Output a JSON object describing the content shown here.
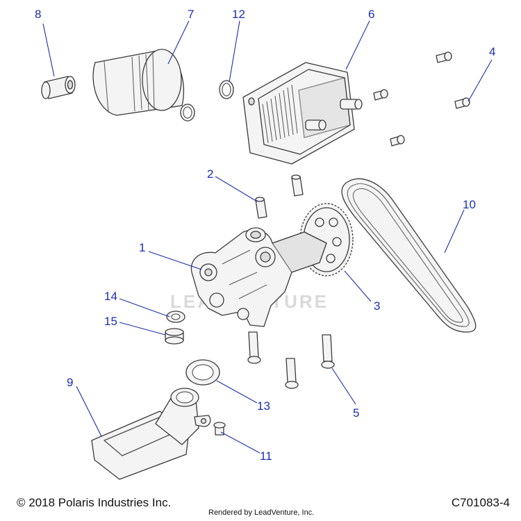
{
  "callouts": [
    {
      "id": "c1",
      "label": "1"
    },
    {
      "id": "c2",
      "label": "2"
    },
    {
      "id": "c3",
      "label": "3"
    },
    {
      "id": "c4",
      "label": "4"
    },
    {
      "id": "c5",
      "label": "5"
    },
    {
      "id": "c6",
      "label": "6"
    },
    {
      "id": "c7",
      "label": "7"
    },
    {
      "id": "c8",
      "label": "8"
    },
    {
      "id": "c9",
      "label": "9"
    },
    {
      "id": "c10",
      "label": "10"
    },
    {
      "id": "c11",
      "label": "11"
    },
    {
      "id": "c12",
      "label": "12"
    },
    {
      "id": "c13",
      "label": "13"
    },
    {
      "id": "c14",
      "label": "14"
    },
    {
      "id": "c15",
      "label": "15"
    }
  ],
  "watermark": "LEADVENTURE",
  "footer": {
    "copyright": "© 2018 Polaris Industries Inc.",
    "rendered_by": "Rendered by LeadVenture, Inc.",
    "diagram_id": "C701083-4"
  },
  "colors": {
    "callout": "#1a2fb0",
    "line": "#3a3a3a"
  }
}
